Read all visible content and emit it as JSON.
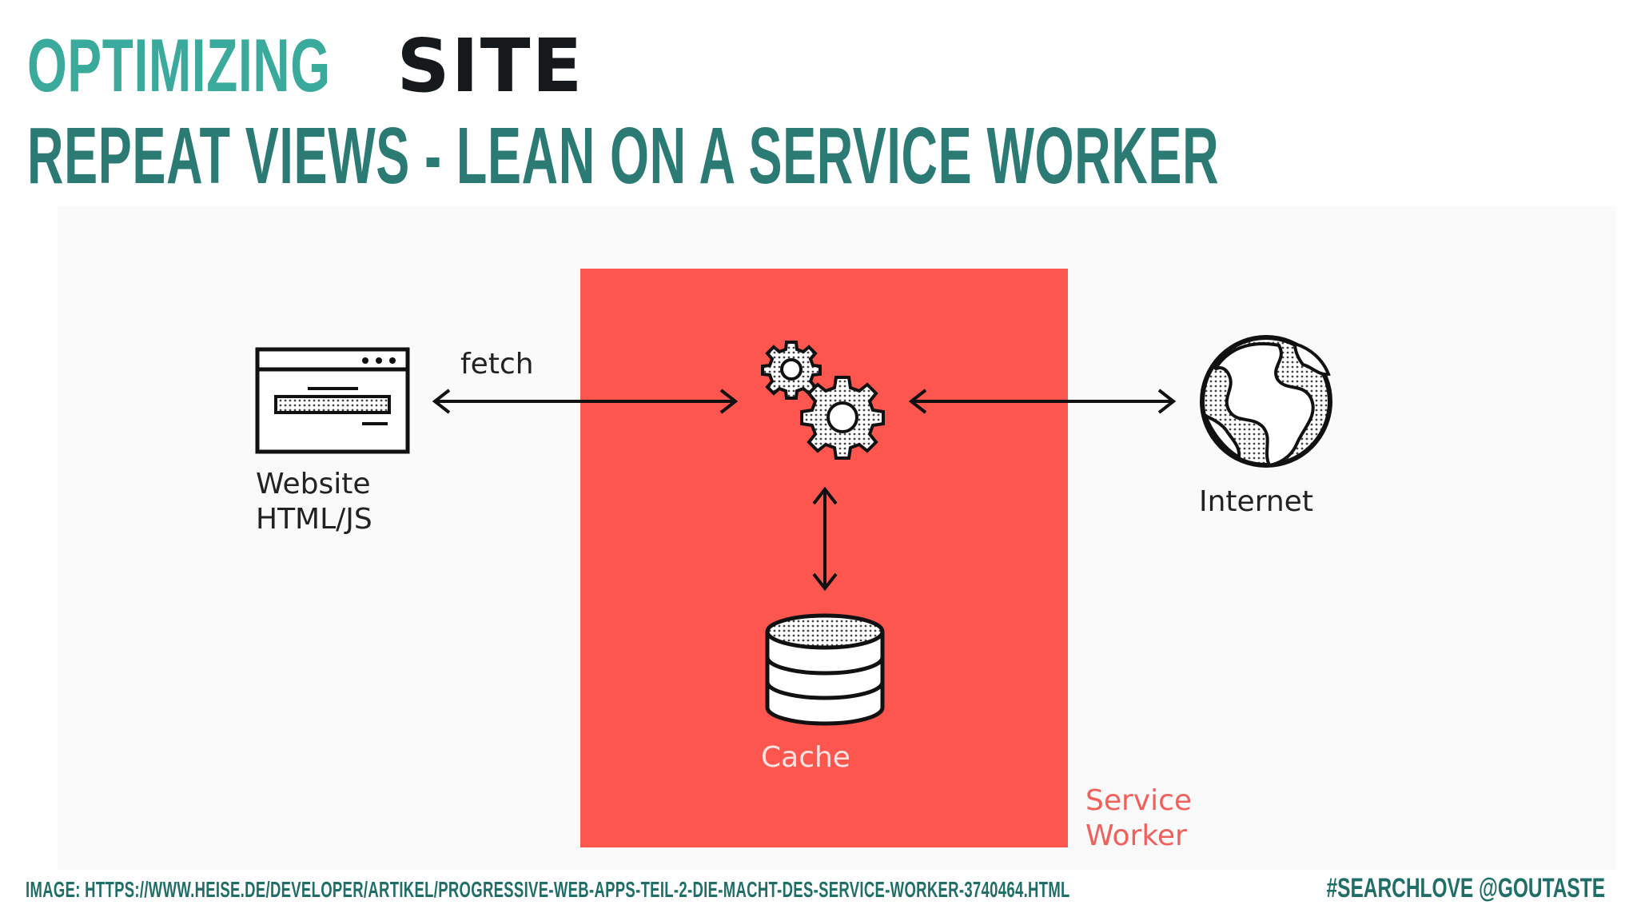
{
  "slide": {
    "title_part1": "OPTIMIZING",
    "title_part2": "SITE",
    "subtitle": "REPEAT VIEWS - LEAN ON A SERVICE WORKER",
    "footer_source": "IMAGE: HTTPS://WWW.HEISE.DE/DEVELOPER/ARTIKEL/PROGRESSIVE-WEB-APPS-TEIL-2-DIE-MACHT-DES-SERVICE-WORKER-3740464.HTML",
    "footer_handle": "#SEARCHLOVE @GOUTASTE"
  },
  "diagram": {
    "fetch_label": "fetch",
    "website_label_line1": "Website",
    "website_label_line2": "HTML/JS",
    "internet_label": "Internet",
    "cache_label": "Cache",
    "service_worker_line1": "Service",
    "service_worker_line2": "Worker"
  },
  "colors": {
    "title_teal": "#3aaa9c",
    "subtitle_teal": "#2b7b74",
    "service_worker_red": "#fd564f",
    "service_worker_label": "#f2605b",
    "footer": "#1f6e68"
  },
  "icons": [
    "browser-window-icon",
    "gears-icon",
    "globe-icon",
    "database-icon"
  ]
}
